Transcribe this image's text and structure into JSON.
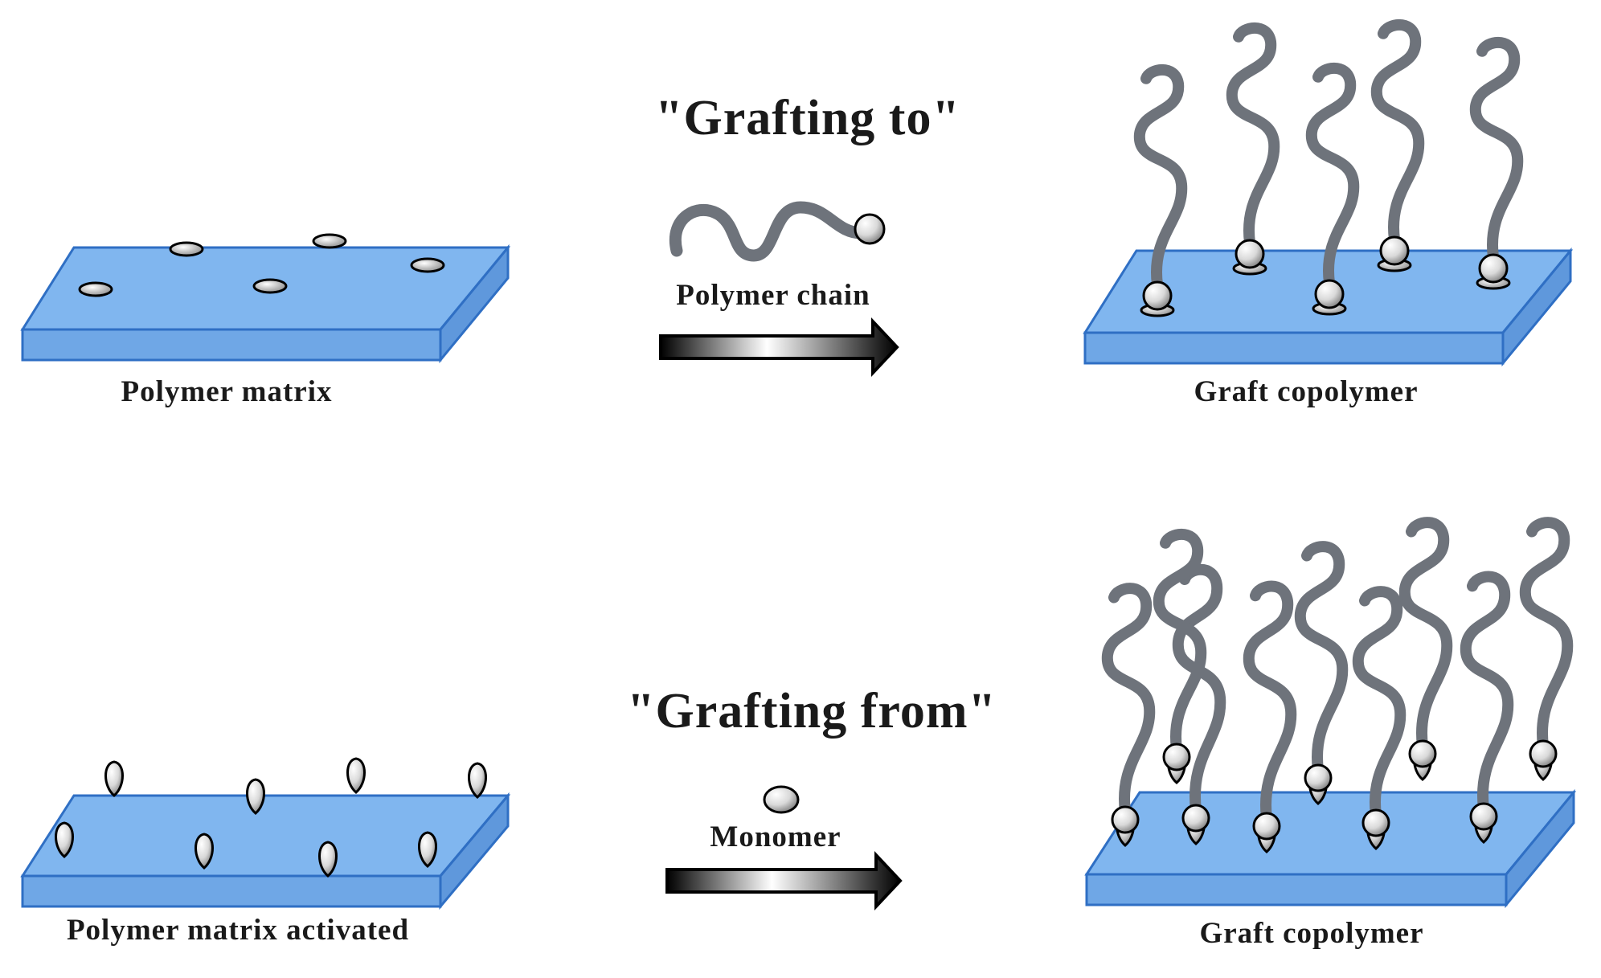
{
  "top": {
    "method_title": "\"Grafting to\"",
    "reagent_label": "Polymer chain",
    "start_label": "Polymer matrix",
    "product_label": "Graft copolymer"
  },
  "bottom": {
    "method_title": "\"Grafting from\"",
    "reagent_label": "Monomer",
    "start_label": "Polymer matrix activated",
    "product_label": "Graft copolymer"
  },
  "colors": {
    "slab_top": "#80b6ef",
    "slab_front": "#6fa7e6",
    "slab_side": "#5f98dc",
    "slab_edge": "#2f6fc4",
    "chain": "#6e737b",
    "bead_light": "#ffffff",
    "bead_dark": "#8a8a8a",
    "arrow_dark": "#000000",
    "arrow_light": "#ffffff"
  }
}
